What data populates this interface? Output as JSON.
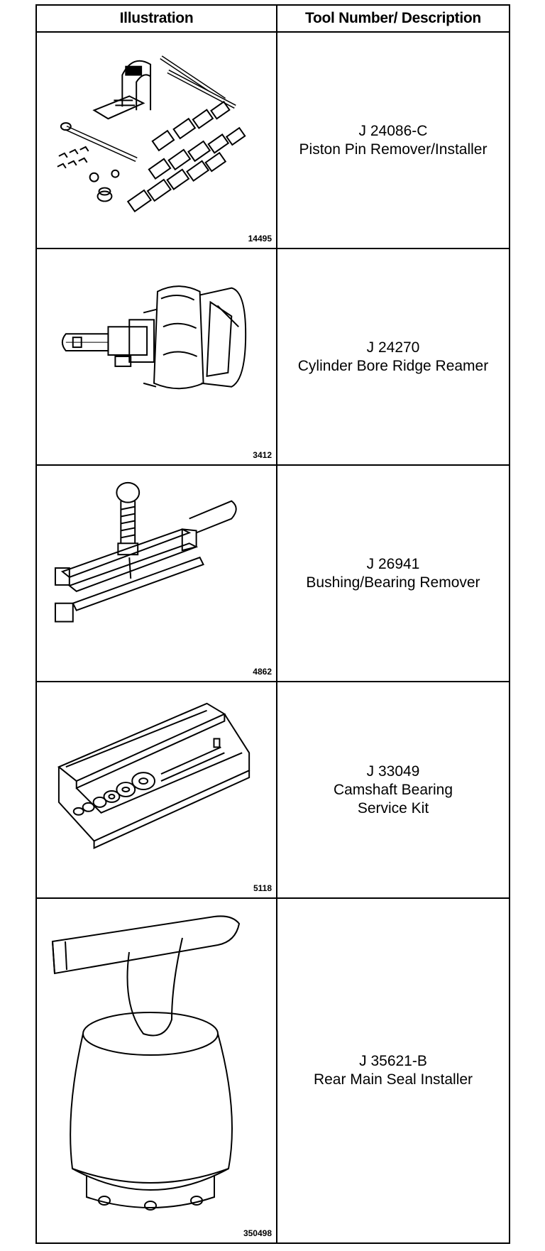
{
  "header": {
    "illustration": "Illustration",
    "tool": "Tool Number/ Description"
  },
  "tools": [
    {
      "figure": "14495",
      "number": "J 24086-C",
      "description": [
        "Piston Pin Remover/Installer"
      ],
      "icon": "piston-pin-tool-kit-icon"
    },
    {
      "figure": "3412",
      "number": "J 24270",
      "description": [
        "Cylinder Bore Ridge Reamer"
      ],
      "icon": "ridge-reamer-icon"
    },
    {
      "figure": "4862",
      "number": "J 26941",
      "description": [
        "Bushing/Bearing Remover"
      ],
      "icon": "bushing-remover-icon"
    },
    {
      "figure": "5118",
      "number": "J 33049",
      "description": [
        "Camshaft Bearing",
        "Service Kit"
      ],
      "icon": "camshaft-bearing-kit-icon"
    },
    {
      "figure": "350498",
      "number": "J 35621-B",
      "description": [
        "Rear Main Seal Installer"
      ],
      "icon": "seal-installer-icon"
    }
  ]
}
